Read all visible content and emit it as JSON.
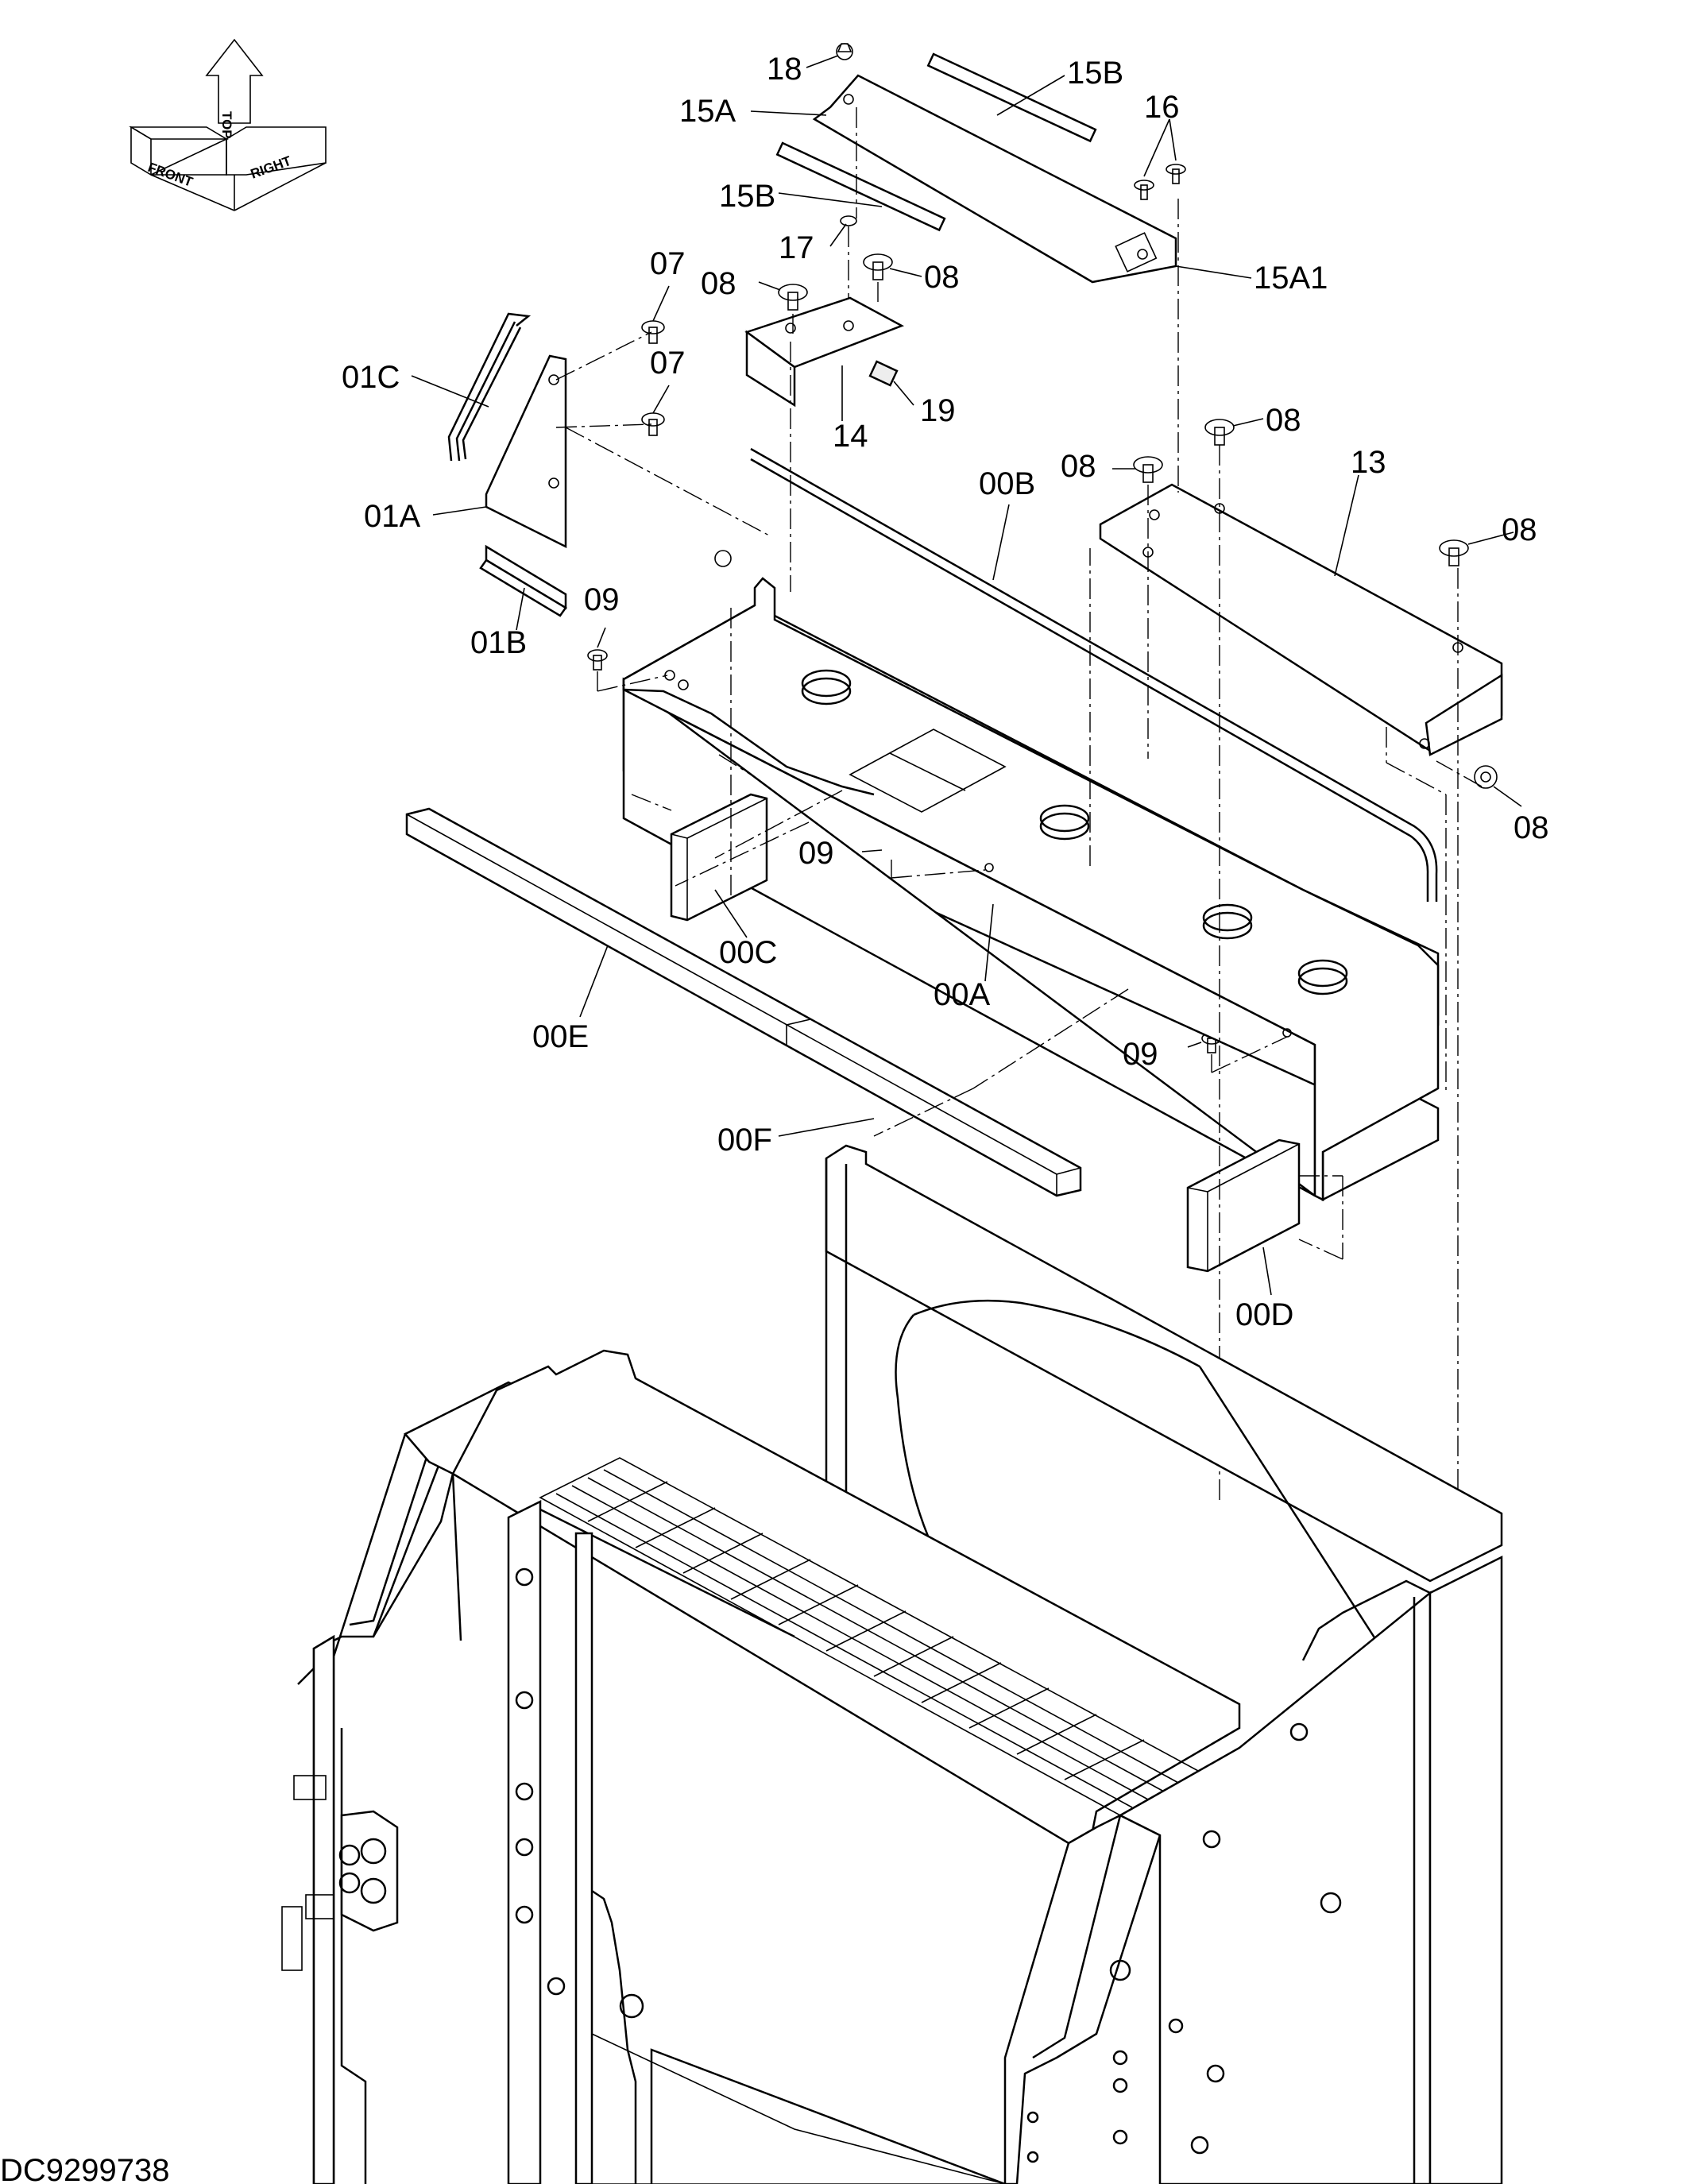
{
  "drawing_id": "DC9299738",
  "orientation": {
    "front": "FRONT",
    "top": "TOP",
    "right": "RIGHT"
  },
  "part_labels": {
    "p18": "18",
    "p15B_top": "15B",
    "p15A": "15A",
    "p16": "16",
    "p15B_mid": "15B",
    "p17": "17",
    "p15A1": "15A1",
    "p07_top": "07",
    "p08_a": "08",
    "p08_b": "08",
    "p07_mid": "07",
    "p01C": "01C",
    "p14": "14",
    "p19": "19",
    "p08_c": "08",
    "p08_d": "08",
    "p13": "13",
    "p00B": "00B",
    "p01A": "01A",
    "p08_e": "08",
    "p09_a": "09",
    "p01B": "01B",
    "p08_f": "08",
    "p09_b": "09",
    "p00C": "00C",
    "p00A": "00A",
    "p00E": "00E",
    "p09_c": "09",
    "p00F": "00F",
    "p00D": "00D"
  }
}
